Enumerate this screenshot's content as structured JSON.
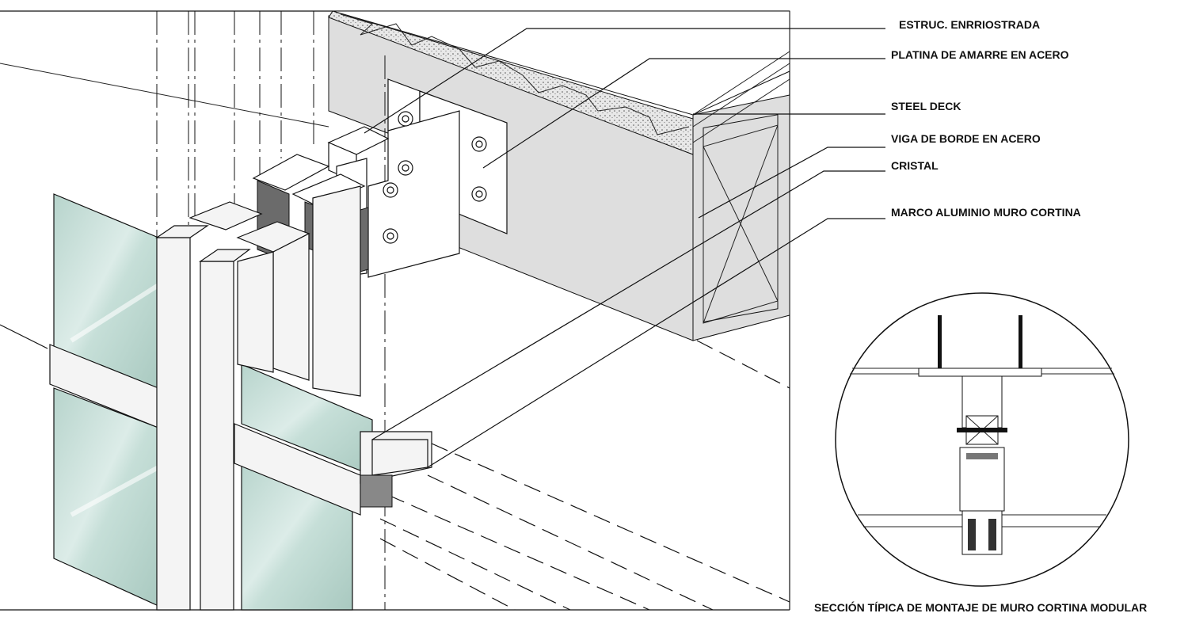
{
  "labels": {
    "estruc": "ESTRUC.  ENRRIOSTRADA",
    "platina": "PLATINA DE AMARRE EN ACERO",
    "steel_deck": "STEEL DECK",
    "viga": "VIGA DE BORDE EN ACERO",
    "cristal": "CRISTAL",
    "marco": "MARCO ALUMINIO MURO CORTINA"
  },
  "caption": "SECCIÓN TÍPICA DE MONTAJE DE MURO CORTINA MODULAR",
  "colors": {
    "glass": "#bfd9d2",
    "beam": "#dedede",
    "steel": "#6b6b6b",
    "line": "#111111"
  }
}
